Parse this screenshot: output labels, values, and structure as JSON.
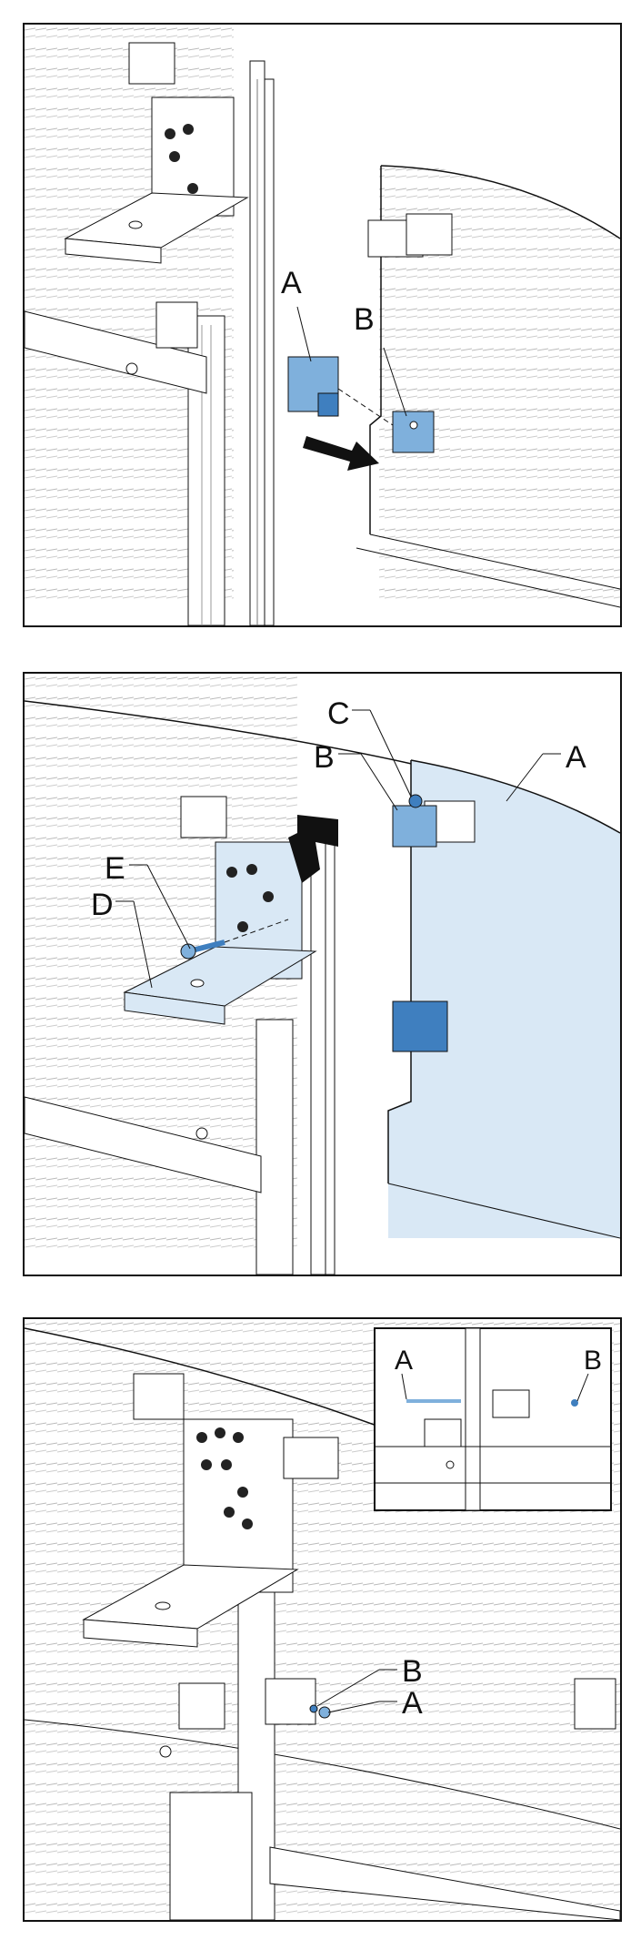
{
  "panels": [
    {
      "callouts": {
        "a": "A",
        "b": "B"
      }
    },
    {
      "callouts": {
        "a": "A",
        "b": "B",
        "c": "C",
        "d": "D",
        "e": "E"
      }
    },
    {
      "callouts": {
        "a": "A",
        "b": "B"
      },
      "inset": {
        "a": "A",
        "b": "B"
      }
    }
  ],
  "colors": {
    "highlight": "#7fb0dc",
    "highlight_dark": "#3f7fbf",
    "panel_tint": "#d9e8f5",
    "line": "#111111"
  }
}
